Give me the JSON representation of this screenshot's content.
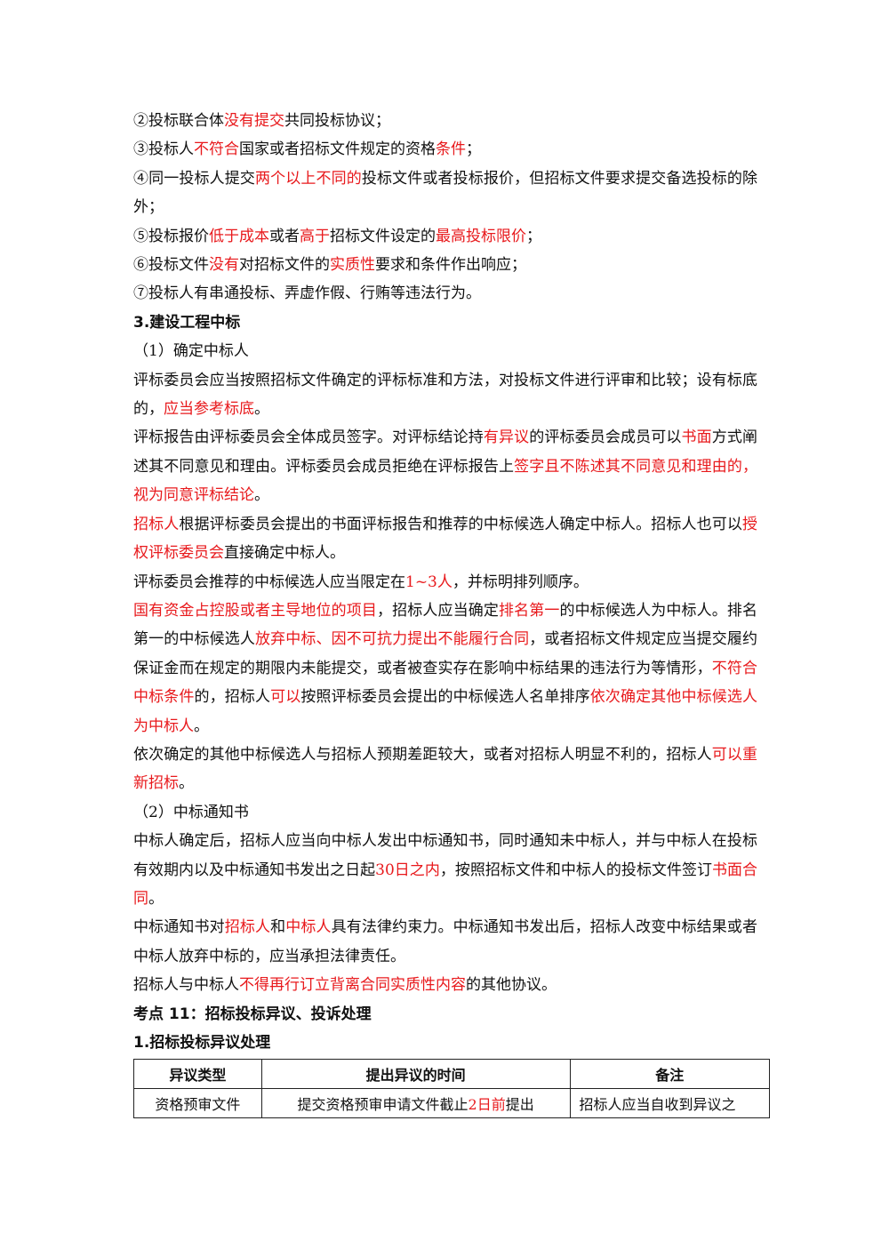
{
  "paragraphs": [
    {
      "type": "p",
      "runs": [
        [
          "②投标联合体",
          0
        ],
        [
          "没有提交",
          1
        ],
        [
          "共同投标协议；",
          0
        ]
      ]
    },
    {
      "type": "p",
      "runs": [
        [
          "③投标人",
          0
        ],
        [
          "不符合",
          1
        ],
        [
          "国家或者招标文件规定的资格",
          0
        ],
        [
          "条件",
          1
        ],
        [
          "；",
          0
        ]
      ]
    },
    {
      "type": "p",
      "runs": [
        [
          "④同一投标人提交",
          0
        ],
        [
          "两个以上不同的",
          1
        ],
        [
          "投标文件或者投标报价，但招标文件要求提交备选投标的除外；",
          0
        ]
      ]
    },
    {
      "type": "p",
      "runs": [
        [
          "⑤投标报价",
          0
        ],
        [
          "低于成本",
          1
        ],
        [
          "或者",
          0
        ],
        [
          "高于",
          1
        ],
        [
          "招标文件设定的",
          0
        ],
        [
          "最高投标限价",
          1
        ],
        [
          "；",
          0
        ]
      ]
    },
    {
      "type": "p",
      "runs": [
        [
          "⑥投标文件",
          0
        ],
        [
          "没有",
          1
        ],
        [
          "对招标文件的",
          0
        ],
        [
          "实质性",
          1
        ],
        [
          "要求和条件作出响应；",
          0
        ]
      ]
    },
    {
      "type": "p",
      "runs": [
        [
          "⑦投标人有串通投标、弄虚作假、行贿等违法行为。",
          0
        ]
      ]
    },
    {
      "type": "h",
      "runs": [
        [
          "3.建设工程中标",
          0
        ]
      ]
    },
    {
      "type": "p",
      "runs": [
        [
          "（1）确定中标人",
          0
        ]
      ]
    },
    {
      "type": "p",
      "runs": [
        [
          "评标委员会应当按照招标文件确定的评标标准和方法，对投标文件进行评审和比较；设有标底的，",
          0
        ],
        [
          "应当参考标底",
          1
        ],
        [
          "。",
          0
        ]
      ]
    },
    {
      "type": "p",
      "runs": [
        [
          "评标报告由评标委员会全体成员签字。对评标结论持",
          0
        ],
        [
          "有异议",
          1
        ],
        [
          "的评标委员会成员可以",
          0
        ],
        [
          "书面",
          1
        ],
        [
          "方式阐述其不同意见和理由。评标委员会成员拒绝在评标报告上",
          0
        ],
        [
          "签字且不陈述其不同意见和理由的，视为同意评标结论",
          1
        ],
        [
          "。",
          0
        ]
      ]
    },
    {
      "type": "p",
      "runs": [
        [
          "招标人",
          1
        ],
        [
          "根据评标委员会提出的书面评标报告和推荐的中标候选人确定中标人。招标人也可以",
          0
        ],
        [
          "授权评标委员会",
          1
        ],
        [
          "直接确定中标人。",
          0
        ]
      ]
    },
    {
      "type": "p",
      "runs": [
        [
          "评标委员会推荐的中标候选人应当限定在",
          0
        ],
        [
          "1~3人",
          1
        ],
        [
          "，并标明排列顺序。",
          0
        ]
      ]
    },
    {
      "type": "p",
      "runs": [
        [
          "国有资金占控股或者主导地位的项目",
          1
        ],
        [
          "，招标人应当确定",
          0
        ],
        [
          "排名第一",
          1
        ],
        [
          "的中标候选人为中标人。排名第一的中标候选人",
          0
        ],
        [
          "放弃中标、因不可抗力提出不能履行合同",
          1
        ],
        [
          "，或者招标文件规定应当提交履约保证金而在规定的期限内未能提交，或者被查实存在影响中标结果的违法行为等情形，",
          0
        ],
        [
          "不符合中标条件",
          1
        ],
        [
          "的，招标人",
          0
        ],
        [
          "可以",
          1
        ],
        [
          "按照评标委员会提出的中标候选人名单排序",
          0
        ],
        [
          "依次确定其他中标候选人为中标人",
          1
        ],
        [
          "。",
          0
        ]
      ]
    },
    {
      "type": "p",
      "runs": [
        [
          "依次确定的其他中标候选人与招标人预期差距较大，或者对招标人明显不利的，招标人",
          0
        ],
        [
          "可以重新招标",
          1
        ],
        [
          "。",
          0
        ]
      ]
    },
    {
      "type": "p",
      "runs": [
        [
          "（2）中标通知书",
          0
        ]
      ]
    },
    {
      "type": "p",
      "runs": [
        [
          "中标人确定后，招标人应当向中标人发出中标通知书，同时通知未中标人，并与中标人在投标有效期内以及中标通知书发出之日起",
          0
        ],
        [
          "30日之内",
          1
        ],
        [
          "，按照招标文件和中标人的投标文件签订",
          0
        ],
        [
          "书面合同",
          1
        ],
        [
          "。",
          0
        ]
      ]
    },
    {
      "type": "p",
      "runs": [
        [
          "中标通知书对",
          0
        ],
        [
          "招标人",
          1
        ],
        [
          "和",
          0
        ],
        [
          "中标人",
          1
        ],
        [
          "具有法律约束力。中标通知书发出后，招标人改变中标结果或者中标人放弃中标的，应当承担法律责任。",
          0
        ]
      ]
    },
    {
      "type": "p",
      "runs": [
        [
          "招标人与中标人",
          0
        ],
        [
          "不得再行订立背离合同实质性内容",
          1
        ],
        [
          "的其他协议。",
          0
        ]
      ]
    },
    {
      "type": "h",
      "runs": [
        [
          "考点 11：招标投标异议、投诉处理",
          0
        ]
      ]
    },
    {
      "type": "h",
      "runs": [
        [
          "1.招标投标异议处理",
          0
        ]
      ]
    }
  ],
  "table": {
    "headers": [
      "异议类型",
      "提出异议的时间",
      "备注"
    ],
    "rows": [
      [
        [
          [
            "资格预审文件",
            0
          ]
        ],
        [
          [
            "提交资格预审申请文件截止",
            0
          ],
          [
            "2日前",
            1
          ],
          [
            "提出",
            0
          ]
        ],
        [
          [
            "招标人应当自收到异议之",
            0
          ]
        ]
      ]
    ]
  },
  "colors": {
    "highlight": "#e8191c",
    "text": "#111111"
  }
}
